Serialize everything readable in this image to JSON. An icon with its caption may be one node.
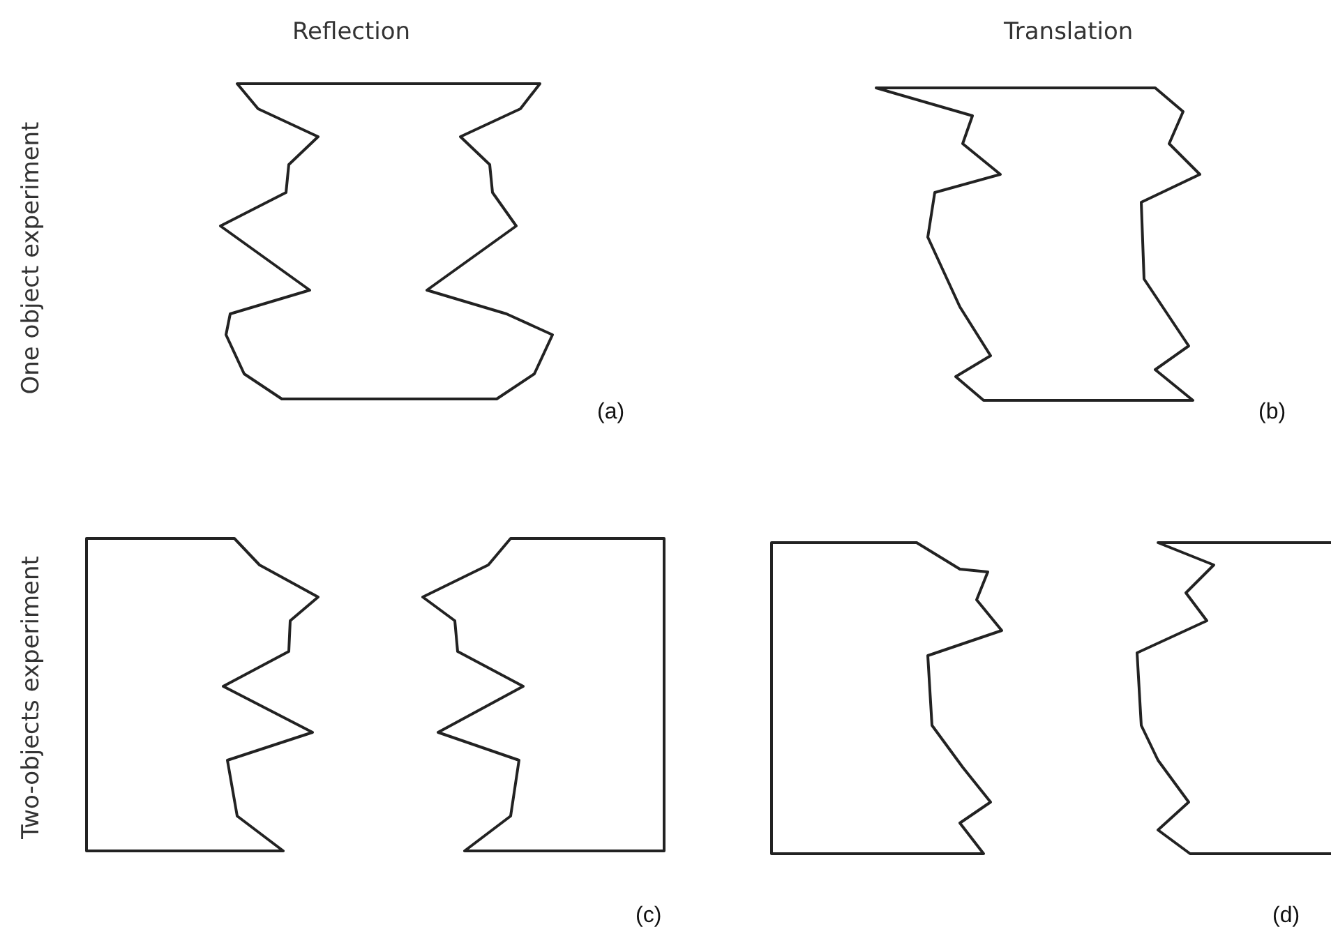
{
  "diagram": {
    "labels": [
      "Reflection",
      "Translation",
      "One object experiment",
      "(a)",
      "(b)",
      "Two-objects experiment",
      "(c)",
      "(d)"
    ]
  }
}
